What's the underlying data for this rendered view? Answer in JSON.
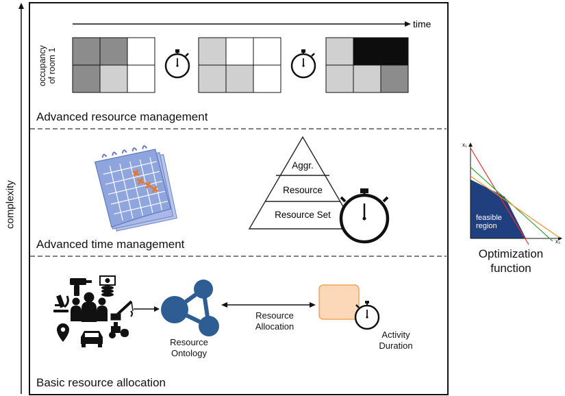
{
  "axis": {
    "complexity_label": "complexity",
    "time_label": "time"
  },
  "top_section": {
    "title": "Advanced resource management",
    "occupancy_label_line1": "occupancy",
    "occupancy_label_line2": "of room 1",
    "grids": [
      {
        "cells": [
          "#8c8c8c",
          "#8c8c8c",
          "#ffffff",
          "#8c8c8c",
          "#d0d0d0",
          "#ffffff"
        ]
      },
      {
        "cells": [
          "#d0d0d0",
          "#ffffff",
          "#ffffff",
          "#d0d0d0",
          "#d0d0d0",
          "#ffffff"
        ]
      },
      {
        "cells": [
          "#d0d0d0",
          "#0d0d0d",
          "#0d0d0d",
          "#d0d0d0",
          "#d0d0d0",
          "#8c8c8c"
        ]
      }
    ]
  },
  "middle_section": {
    "title": "Advanced time management",
    "pyramid_levels": [
      "Aggr.",
      "Resource",
      "Resource Set"
    ]
  },
  "bottom_section": {
    "title": "Basic resource allocation",
    "ontology_label_line1": "Resource",
    "ontology_label_line2": "Ontology",
    "allocation_label_line1": "Resource",
    "allocation_label_line2": "Allocation",
    "activity_label_line1": "Activity",
    "activity_label_line2": "Duration"
  },
  "optimization": {
    "x1_label": "x₁",
    "x2_label": "x₂",
    "region_label_line1": "feasible",
    "region_label_line2": "region",
    "title_line1": "Optimization",
    "title_line2": "function"
  },
  "colors": {
    "calendar_blue": "#8fa5dd",
    "calendar_marks": "#e8782b",
    "ontology_node": "#2e5d93",
    "activity_box_fill": "#fcd7b8",
    "activity_box_border": "#f0a55a",
    "feasible_region": "#203f7e"
  }
}
